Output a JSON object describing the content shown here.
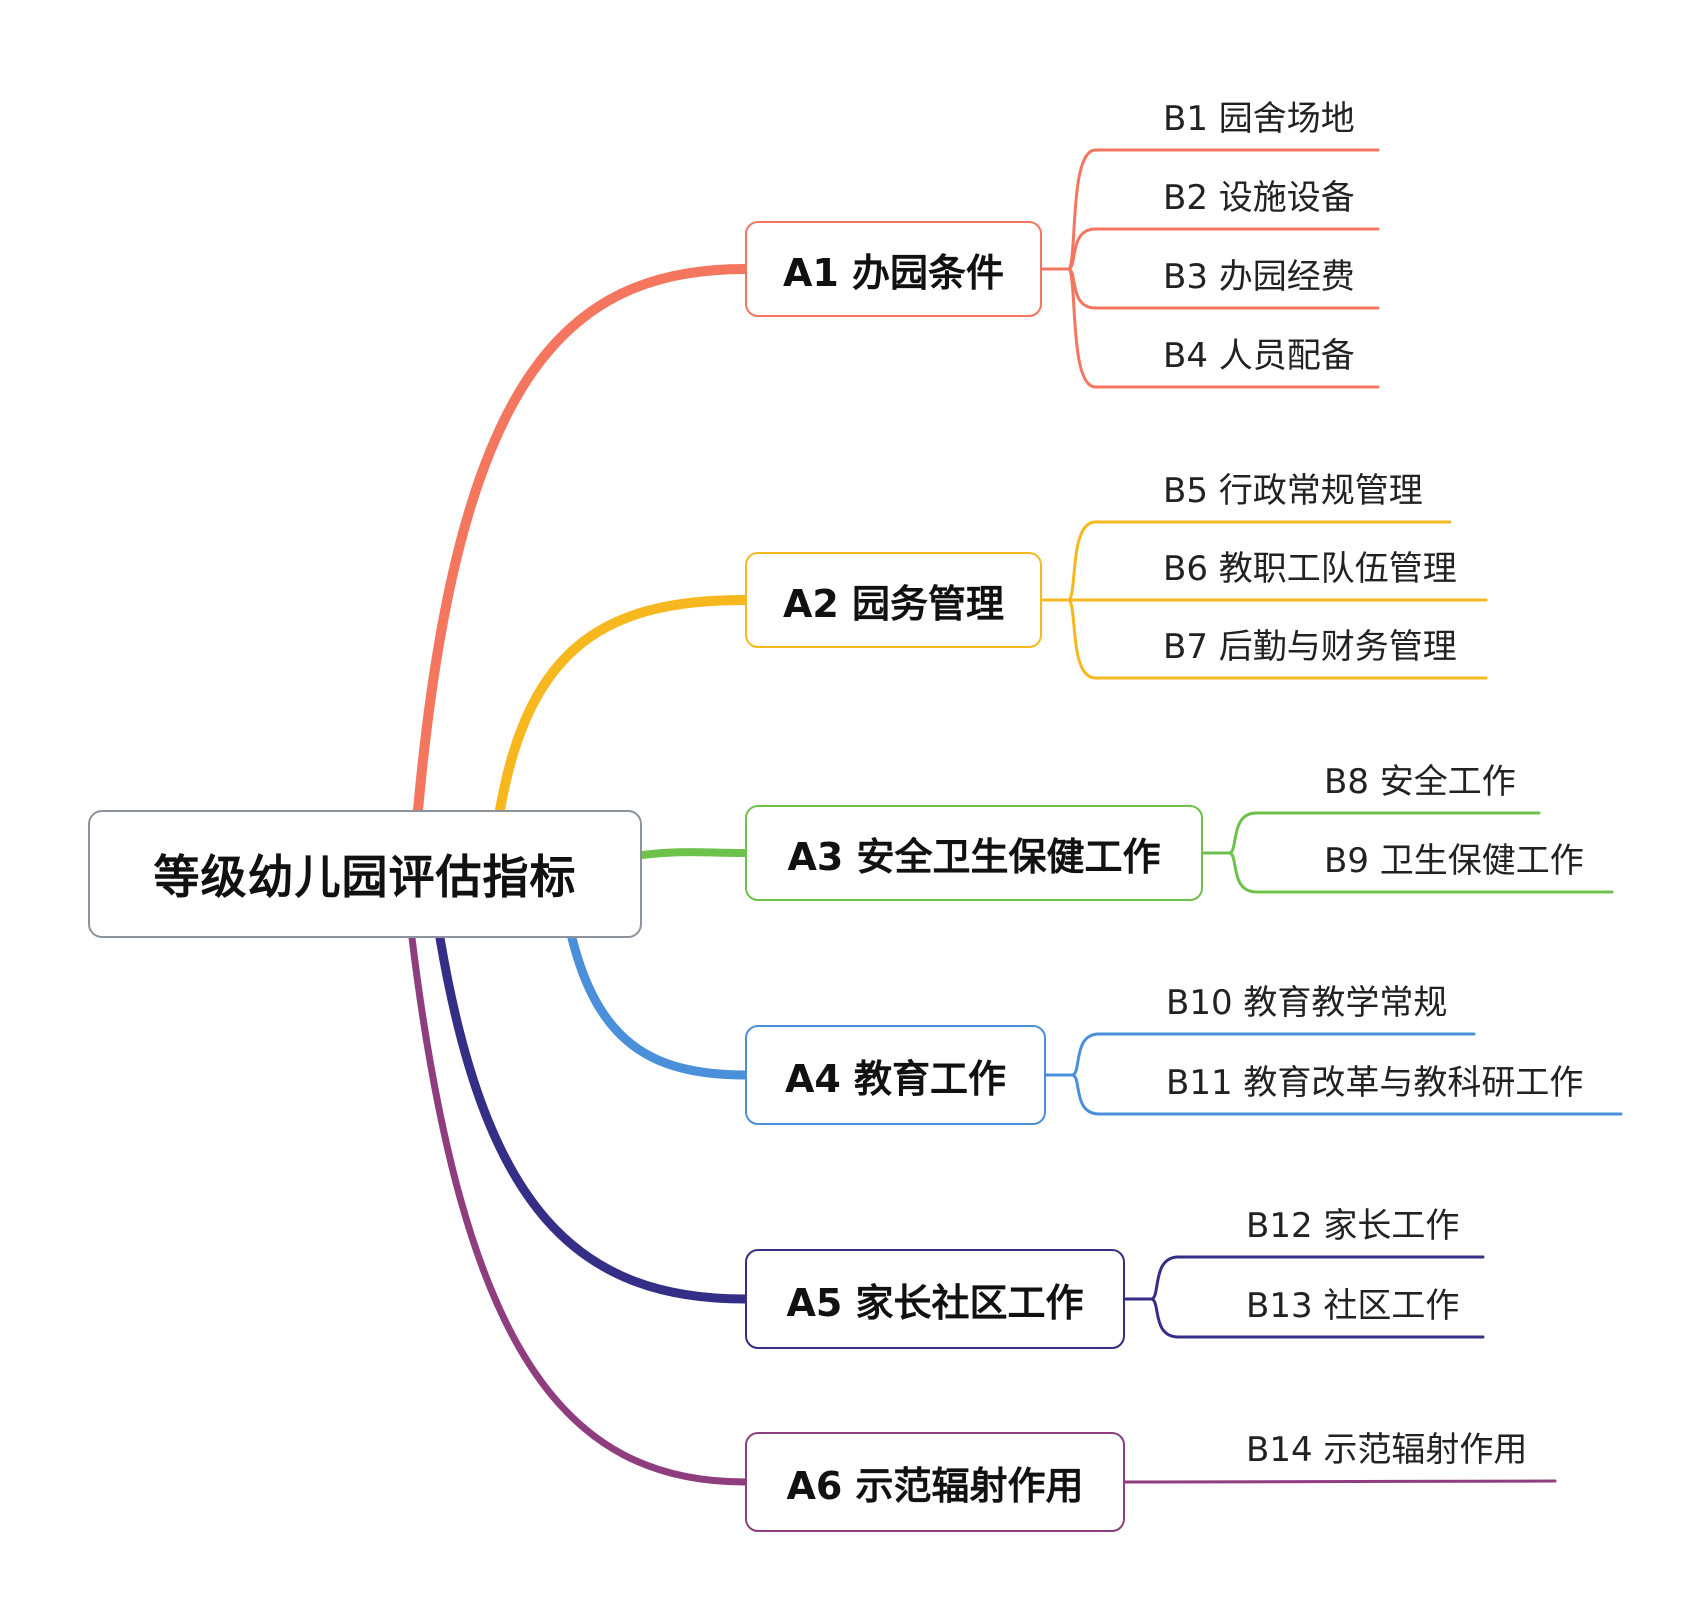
{
  "root": {
    "label": "等级幼儿园评估指标"
  },
  "branches": [
    {
      "label": "A1 办园条件",
      "color": "#F4765F",
      "children": [
        "B1 园舍场地",
        "B2 设施设备",
        "B3 办园经费",
        "B4 人员配备"
      ]
    },
    {
      "label": "A2 园务管理",
      "color": "#F6B81E",
      "children": [
        "B5 行政常规管理",
        "B6 教职工队伍管理",
        "B7 后勤与财务管理"
      ]
    },
    {
      "label": "A3 安全卫生保健工作",
      "color": "#6CC24A",
      "children": [
        "B8 安全工作",
        "B9 卫生保健工作"
      ]
    },
    {
      "label": "A4 教育工作",
      "color": "#4A8FD9",
      "children": [
        "B10 教育教学常规",
        "B11 教育改革与教科研工作"
      ]
    },
    {
      "label": "A5 家长社区工作",
      "color": "#342E87",
      "children": [
        "B12 家长工作",
        "B13 社区工作"
      ]
    },
    {
      "label": "A6 示范辐射作用",
      "color": "#8E3D7E",
      "children": [
        "B14 示范辐射作用"
      ]
    }
  ]
}
